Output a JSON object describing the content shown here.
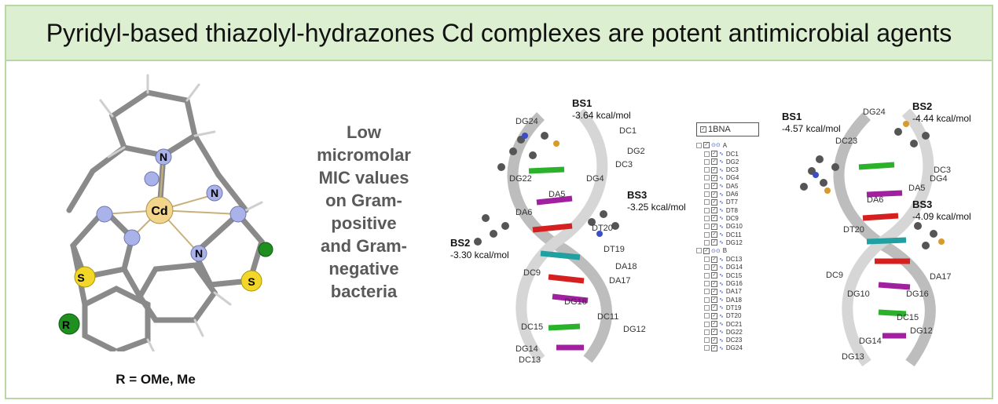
{
  "title": "Pyridyl-based thiazolyl-hydrazones Cd complexes are potent antimicrobial agents",
  "molecule": {
    "atom_labels": {
      "center": "Cd",
      "n1": "N",
      "n2": "N",
      "n3": "N",
      "s1": "S",
      "s2": "S",
      "r": "R"
    },
    "caption": "R = OMe, Me"
  },
  "mic_text": [
    "Low",
    "micromolar",
    "MIC values",
    "on Gram-",
    "positive",
    "and Gram-",
    "negative",
    "bacteria"
  ],
  "dna_left": {
    "sites": [
      {
        "name": "BS1",
        "energy": "-3.64 kcal/mol"
      },
      {
        "name": "BS2",
        "energy": "-3.30 kcal/mol"
      },
      {
        "name": "BS3",
        "energy": "-3.25 kcal/mol"
      }
    ],
    "nucleotides": [
      "DG24",
      "DC1",
      "DG2",
      "DC3",
      "DG4",
      "DG22",
      "DA5",
      "DA6",
      "DT20",
      "DT19",
      "DA18",
      "DA17",
      "DC9",
      "DG16",
      "DC11",
      "DG12",
      "DC15",
      "DG14",
      "DC13"
    ]
  },
  "dna_right": {
    "sites": [
      {
        "name": "BS1",
        "energy": "-4.57 kcal/mol"
      },
      {
        "name": "BS2",
        "energy": "-4.44 kcal/mol"
      },
      {
        "name": "BS3",
        "energy": "-4.09 kcal/mol"
      }
    ],
    "nucleotides": [
      "DG24",
      "DC23",
      "DC3",
      "DG4",
      "DA5",
      "DA6",
      "DT20",
      "DA17",
      "DC9",
      "DG10",
      "DG16",
      "DC15",
      "DG12",
      "DG14",
      "DG13"
    ]
  },
  "structure_tree": {
    "root": "1BNA",
    "chain_a": "A",
    "chain_a_items": [
      "DC1",
      "DG2",
      "DC3",
      "DG4",
      "DA5",
      "DA6",
      "DT7",
      "DT8",
      "DC9",
      "DG10",
      "DC11",
      "DG12"
    ],
    "chain_b": "B",
    "chain_b_items": [
      "DC13",
      "DG14",
      "DC15",
      "DG16",
      "DA17",
      "DA18",
      "DT19",
      "DT20",
      "DC21",
      "DG22",
      "DC23",
      "DG24"
    ]
  },
  "colors": {
    "title_bg": "#dcefd0",
    "border": "#b9d7a4",
    "cd_atom": "#f2d58a",
    "n_atom": "#aab2ea",
    "s_atom": "#f2d72a",
    "cl_atom": "#1f8f1f"
  }
}
